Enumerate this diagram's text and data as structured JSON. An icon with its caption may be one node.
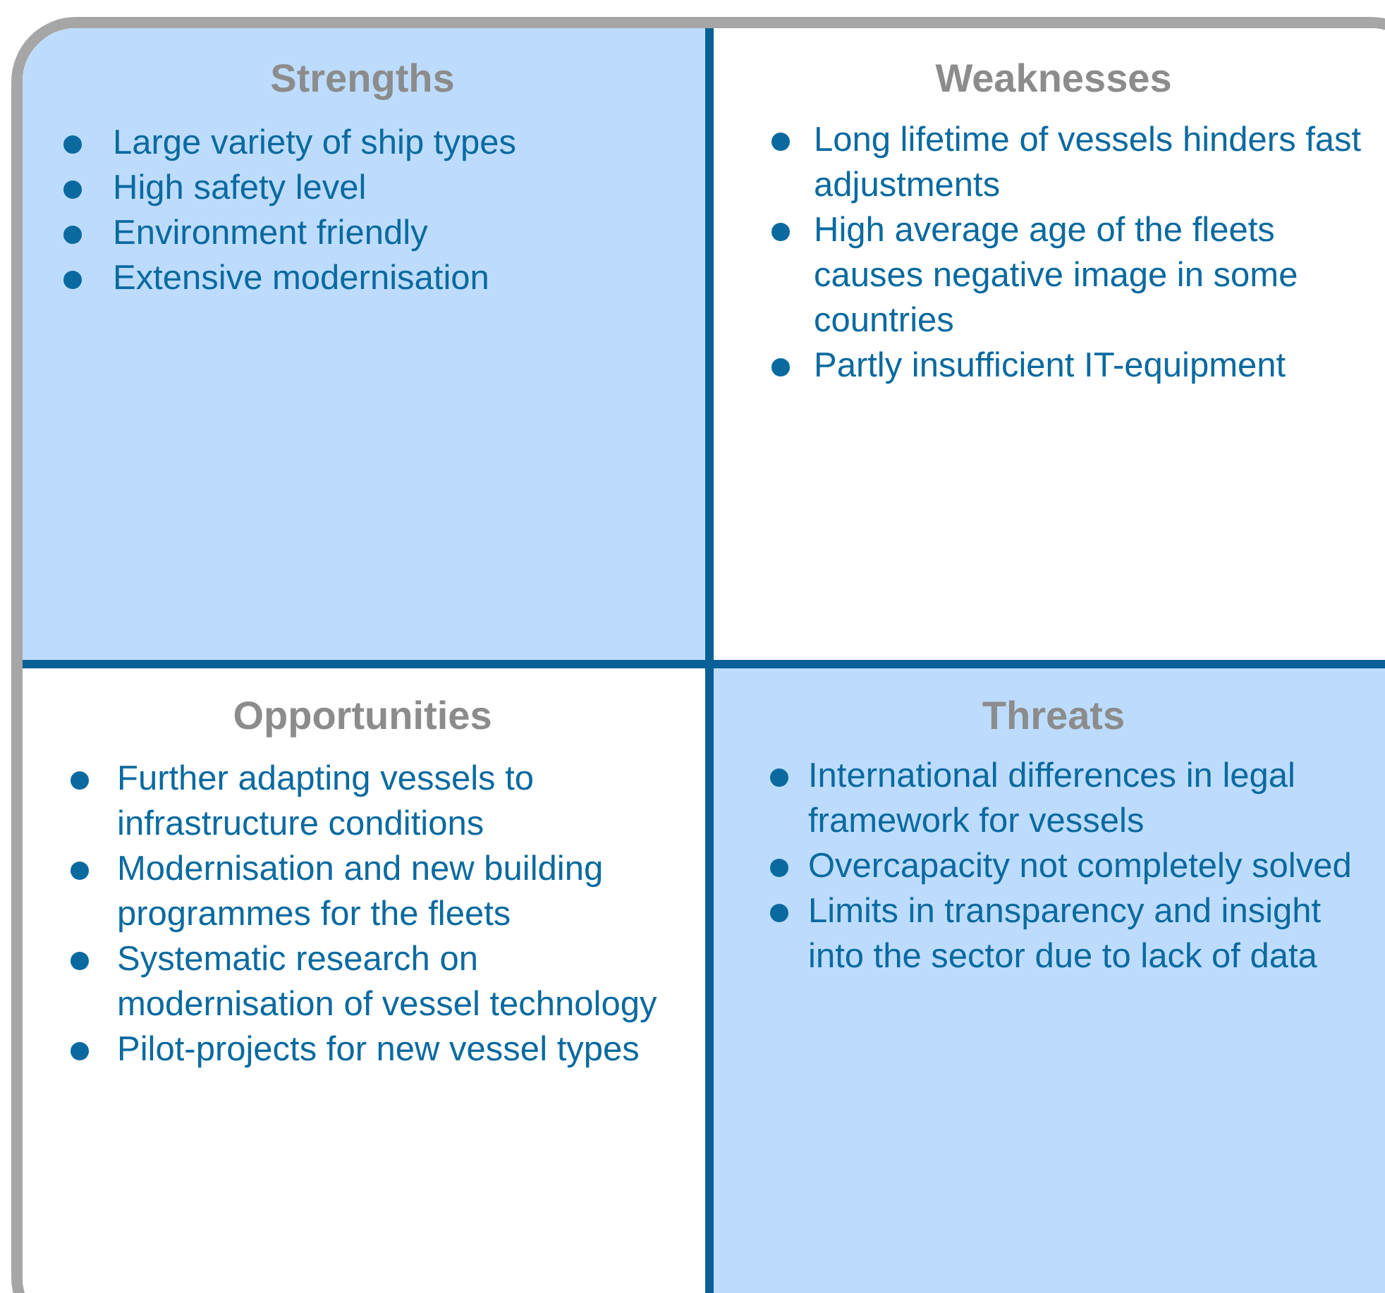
{
  "diagram": {
    "nodes": [
      {
        "text": [
          "Strengths",
          "Large variety of ship types",
          "High safety level",
          "Environment friendly",
          "Extensive modernisation"
        ]
      },
      {
        "text": [
          "Weaknesses",
          "Long lifetime of vessels hinders fast adjustments",
          "High average age of the fleets causes negative image in some countries",
          "Partly insufficient IT-equipment"
        ]
      },
      {
        "text": [
          "Opportunities",
          "Further adapting vessels to infrastructure conditions",
          "Modernisation and new building programmes for the fleets",
          "Systematic research on modernisation of vessel technology",
          "Pilot-projects for new vessel types"
        ]
      },
      {
        "text": [
          "Threats",
          "International differences in legal framework for vessels",
          "Overcapacity not completely solved",
          "Limits in transparency and insight into the sector due to lack of data"
        ]
      }
    ]
  }
}
